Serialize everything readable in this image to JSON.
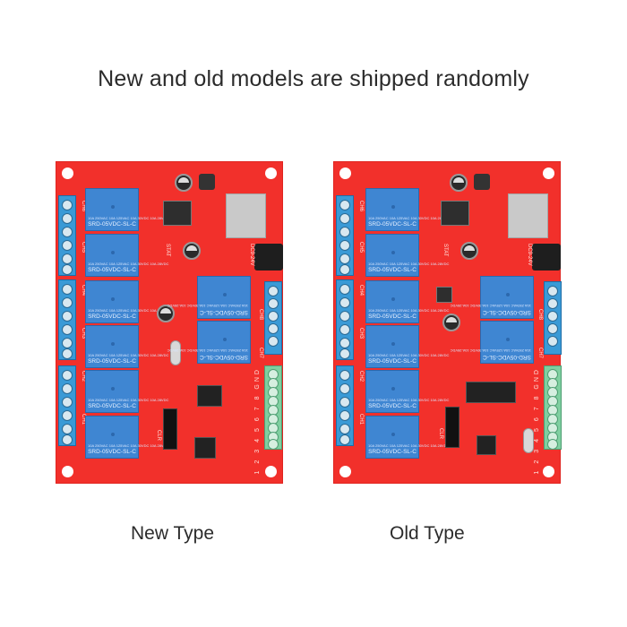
{
  "headline": "New and old models are shipped randomly",
  "colors": {
    "background": "#ffffff",
    "pcb_red": "#f2302b",
    "relay_blue": "#3f86d2",
    "terminal_blue": "#3a9ad6",
    "terminal_green": "#7fcfa0",
    "text": "#2b2b2b"
  },
  "boards": [
    {
      "caption": "New Type",
      "relay_label": "SRD-05VDC-SL-C",
      "relay_spec": "10A 250VAC 10A 125VAC 10A 30VDC 10A 28VDC",
      "channels": [
        "CH1",
        "CH2",
        "CH3",
        "CH4",
        "CH5",
        "CH6",
        "CH7",
        "CH8"
      ],
      "input_pins": [
        "1",
        "2",
        "3",
        "4",
        "5",
        "6",
        "7",
        "8",
        "GND"
      ],
      "silkscreen": {
        "stat": "STAT",
        "power": "DC9-24V",
        "clr": "CLR"
      }
    },
    {
      "caption": "Old Type",
      "relay_label": "SRD-05VDC-SL-C",
      "relay_spec": "10A 250VAC 10A 125VAC 10A 30VDC 10A 28VDC",
      "channels": [
        "CH1",
        "CH2",
        "CH3",
        "CH4",
        "CH5",
        "CH6",
        "CH7",
        "CH8"
      ],
      "input_pins": [
        "1",
        "2",
        "3",
        "4",
        "5",
        "6",
        "7",
        "8",
        "GND"
      ],
      "silkscreen": {
        "stat": "STAT",
        "power": "DC9-24V",
        "clr": "CLR"
      }
    }
  ]
}
